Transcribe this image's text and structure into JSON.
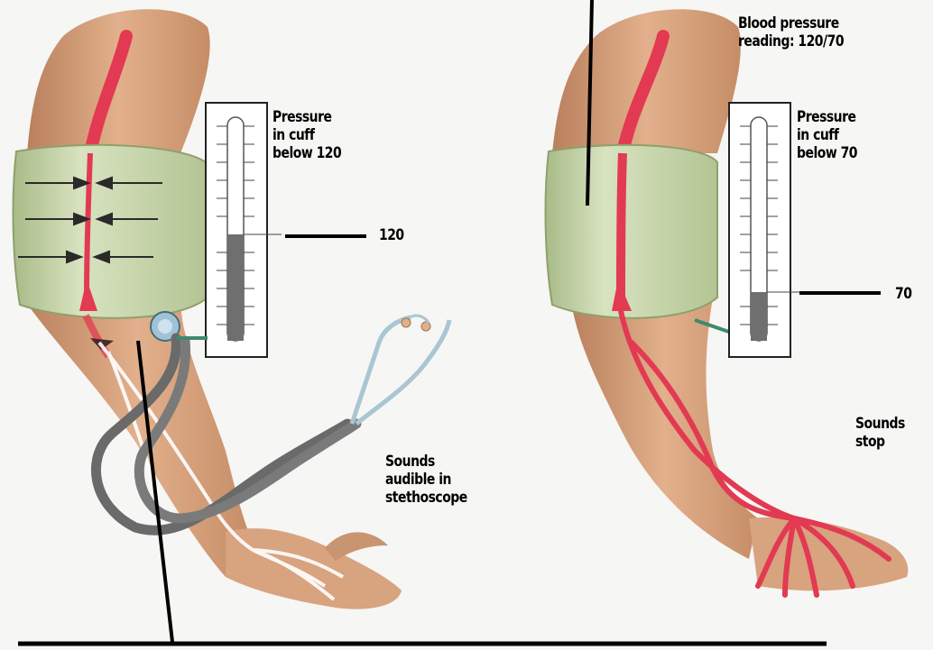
{
  "left_panel": {
    "cuff_label": [
      "Pressure",
      "in cuff",
      "below 120"
    ],
    "gauge_value": "120",
    "sounds_label": [
      "Sounds",
      "audible in",
      "stethoscope"
    ]
  },
  "right_panel": {
    "reading_label": [
      "Blood pressure",
      "reading: 120/70"
    ],
    "cuff_label": [
      "Pressure",
      "in cuff",
      "below 70"
    ],
    "gauge_value": "70",
    "sounds_label": [
      "Sounds",
      "stop"
    ]
  },
  "colors": {
    "skin": "#d9a07a",
    "cuff": "#c5d4a8",
    "artery": "#e23a52",
    "gauge_fill": "#6f6f6f",
    "tube": "#6a6a6a"
  }
}
